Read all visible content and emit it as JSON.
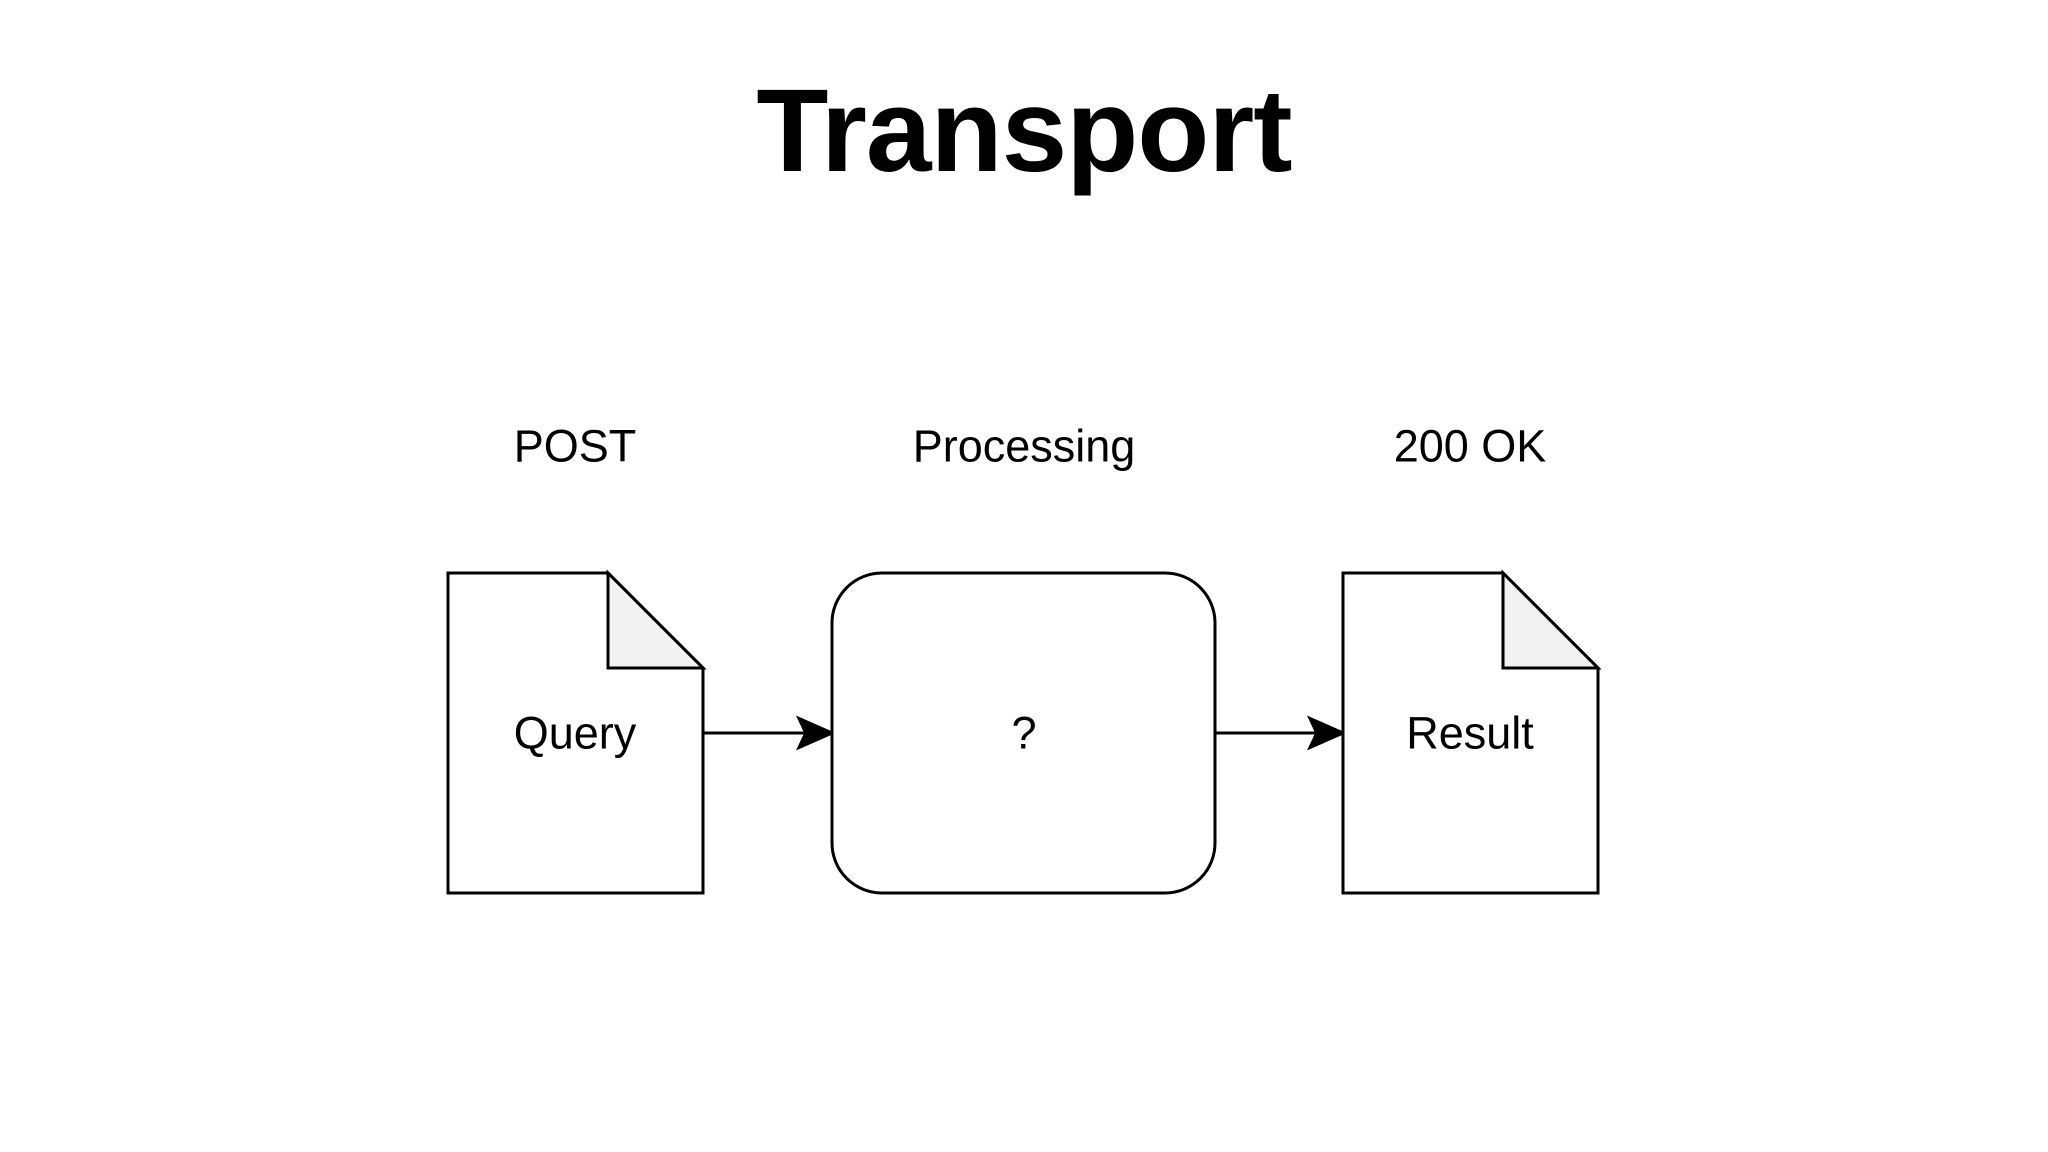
{
  "title": "Transport",
  "flow": {
    "stages": [
      {
        "id": "request",
        "annotation": "POST",
        "node_label": "Query",
        "node_type": "document"
      },
      {
        "id": "processing",
        "annotation": "Processing",
        "node_label": "?",
        "node_type": "rounded-box"
      },
      {
        "id": "response",
        "annotation": "200 OK",
        "node_label": "Result",
        "node_type": "document"
      }
    ],
    "connectors": [
      {
        "from": "request",
        "to": "processing",
        "style": "arrow"
      },
      {
        "from": "processing",
        "to": "response",
        "style": "arrow"
      }
    ]
  },
  "colors": {
    "background": "#ffffff",
    "stroke": "#000000",
    "shape_fill": "#ffffff",
    "fold_fill": "#f2f2f2",
    "text": "#000000",
    "arrow": "#000000"
  }
}
